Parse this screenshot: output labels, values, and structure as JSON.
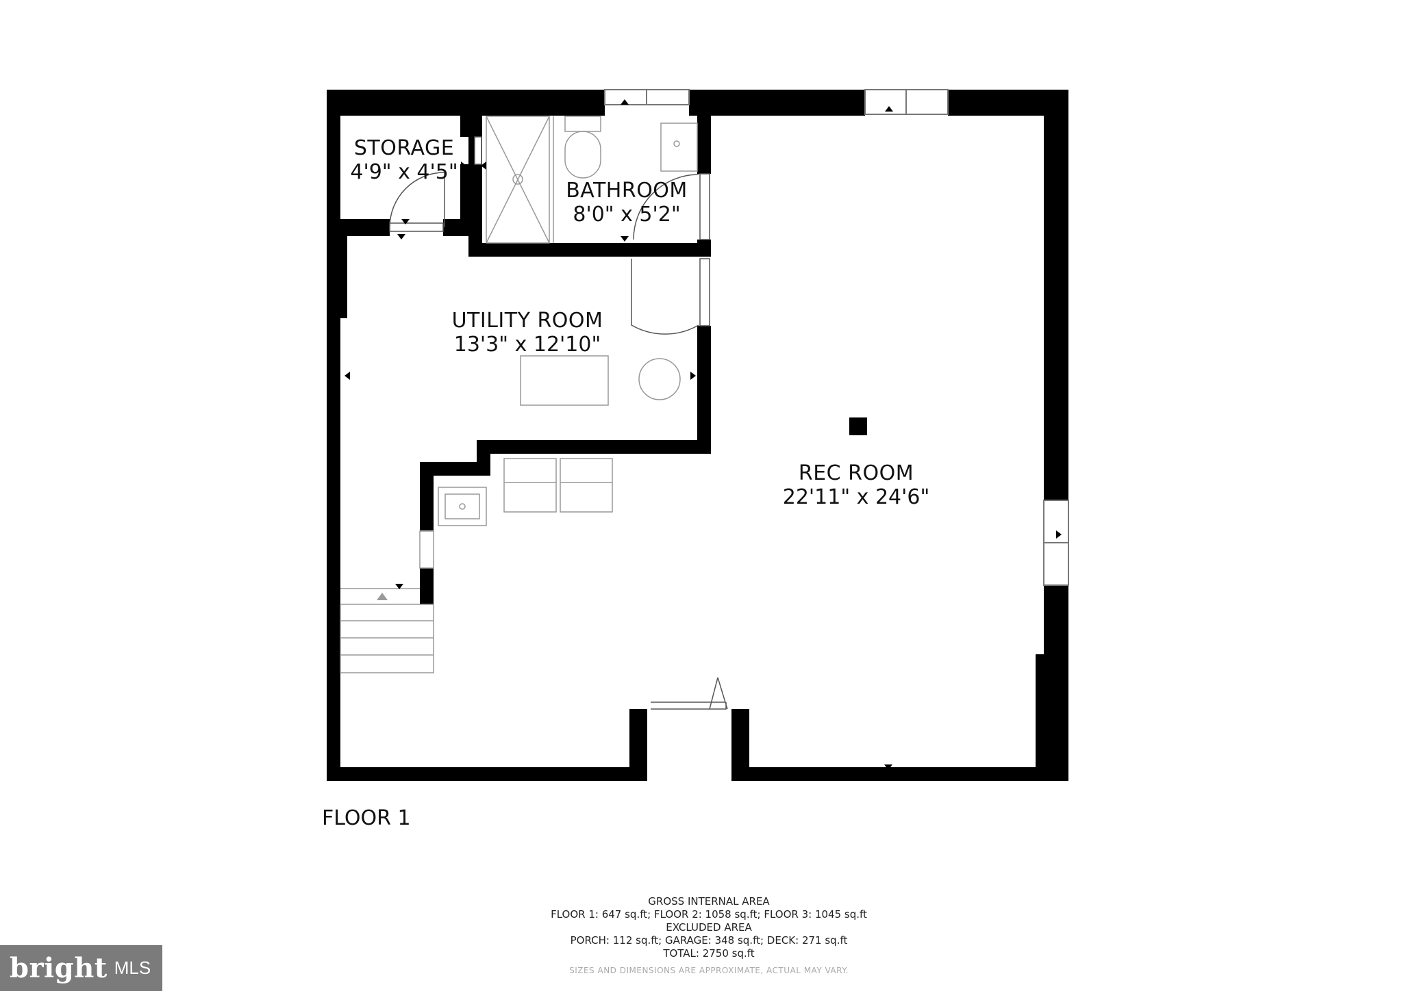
{
  "rooms": {
    "storage": {
      "name": "STORAGE",
      "dim": "4'9\" x 4'5\""
    },
    "bathroom": {
      "name": "BATHROOM",
      "dim": "8'0\" x 5'2\""
    },
    "utility": {
      "name": "UTILITY ROOM",
      "dim": "13'3\" x 12'10\""
    },
    "rec": {
      "name": "REC ROOM",
      "dim": "22'11\" x 24'6\""
    }
  },
  "floor_label": "FLOOR 1",
  "area_summary": {
    "heading": "GROSS INTERNAL AREA",
    "floors": "FLOOR 1: 647 sq.ft; FLOOR 2: 1058 sq.ft; FLOOR 3: 1045 sq.ft",
    "excluded_heading": "EXCLUDED AREA",
    "excluded": "PORCH: 112 sq.ft; GARAGE: 348 sq.ft; DECK: 271 sq.ft",
    "total": "TOTAL: 2750 sq.ft",
    "note": "SIZES AND DIMENSIONS ARE APPROXIMATE, ACTUAL MAY VARY."
  },
  "logo": {
    "word": "bright",
    "suffix": "MLS"
  },
  "colors": {
    "wall": "#000000",
    "fixture": "#888888",
    "logo_bg": "#7b7b7b"
  }
}
